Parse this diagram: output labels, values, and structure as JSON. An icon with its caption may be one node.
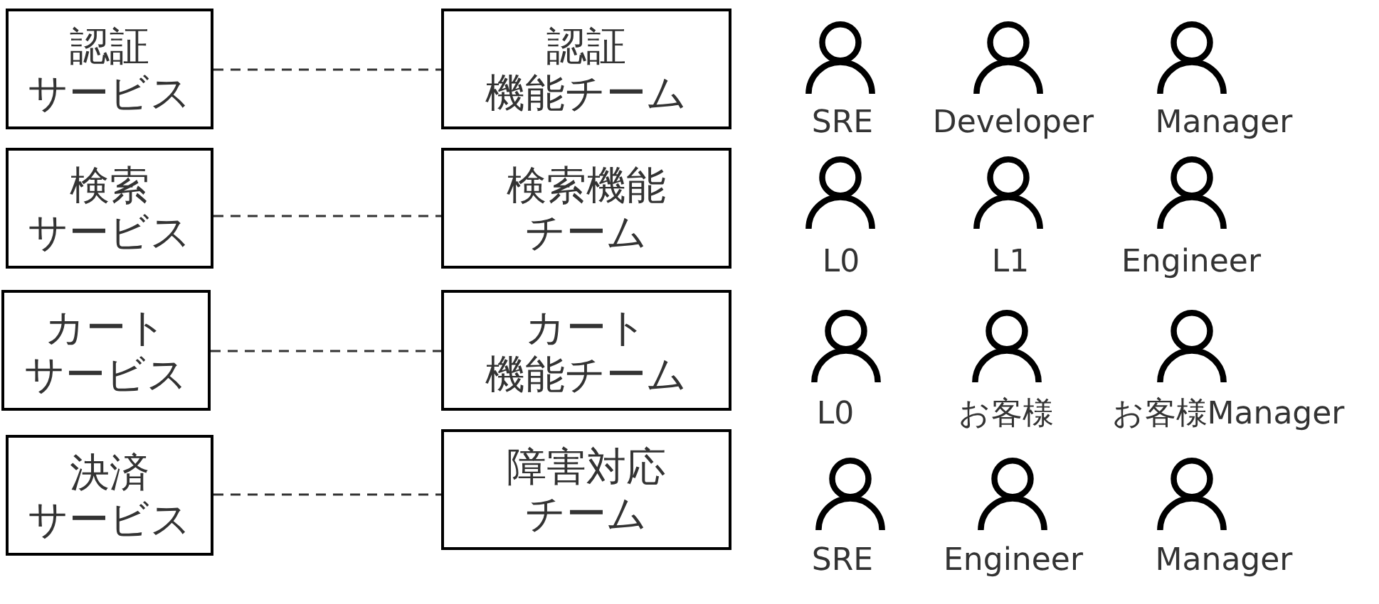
{
  "diagram": {
    "nodes": [
      {
        "text": [
          "認証サービス"
        ]
      },
      {
        "text": [
          "認証機能チーム"
        ]
      },
      {
        "text": [
          "SRE"
        ]
      },
      {
        "text": [
          "Developer"
        ]
      },
      {
        "text": [
          "Manager"
        ]
      },
      {
        "text": [
          "検索サービス"
        ]
      },
      {
        "text": [
          "検索機能チーム"
        ]
      },
      {
        "text": [
          "L0"
        ]
      },
      {
        "text": [
          "L1"
        ]
      },
      {
        "text": [
          "Engineer"
        ]
      },
      {
        "text": [
          "カートサービス"
        ]
      },
      {
        "text": [
          "カート機能チーム"
        ]
      },
      {
        "text": [
          "L0"
        ]
      },
      {
        "text": [
          "お客様"
        ]
      },
      {
        "text": [
          "お客様Manager"
        ]
      },
      {
        "text": [
          "決済サービス"
        ]
      },
      {
        "text": [
          "障害対応チーム"
        ]
      },
      {
        "text": [
          "SRE"
        ]
      },
      {
        "text": [
          "Engineer"
        ]
      },
      {
        "text": [
          "Manager"
        ]
      }
    ],
    "edges": [
      {
        "from": 0,
        "to": 1,
        "arrow": "none",
        "style": "dashed"
      },
      {
        "from": 5,
        "to": 6,
        "arrow": "none",
        "style": "dashed"
      },
      {
        "from": 10,
        "to": 11,
        "arrow": "none",
        "style": "dashed"
      },
      {
        "from": 15,
        "to": 16,
        "arrow": "none",
        "style": "dashed"
      }
    ]
  }
}
